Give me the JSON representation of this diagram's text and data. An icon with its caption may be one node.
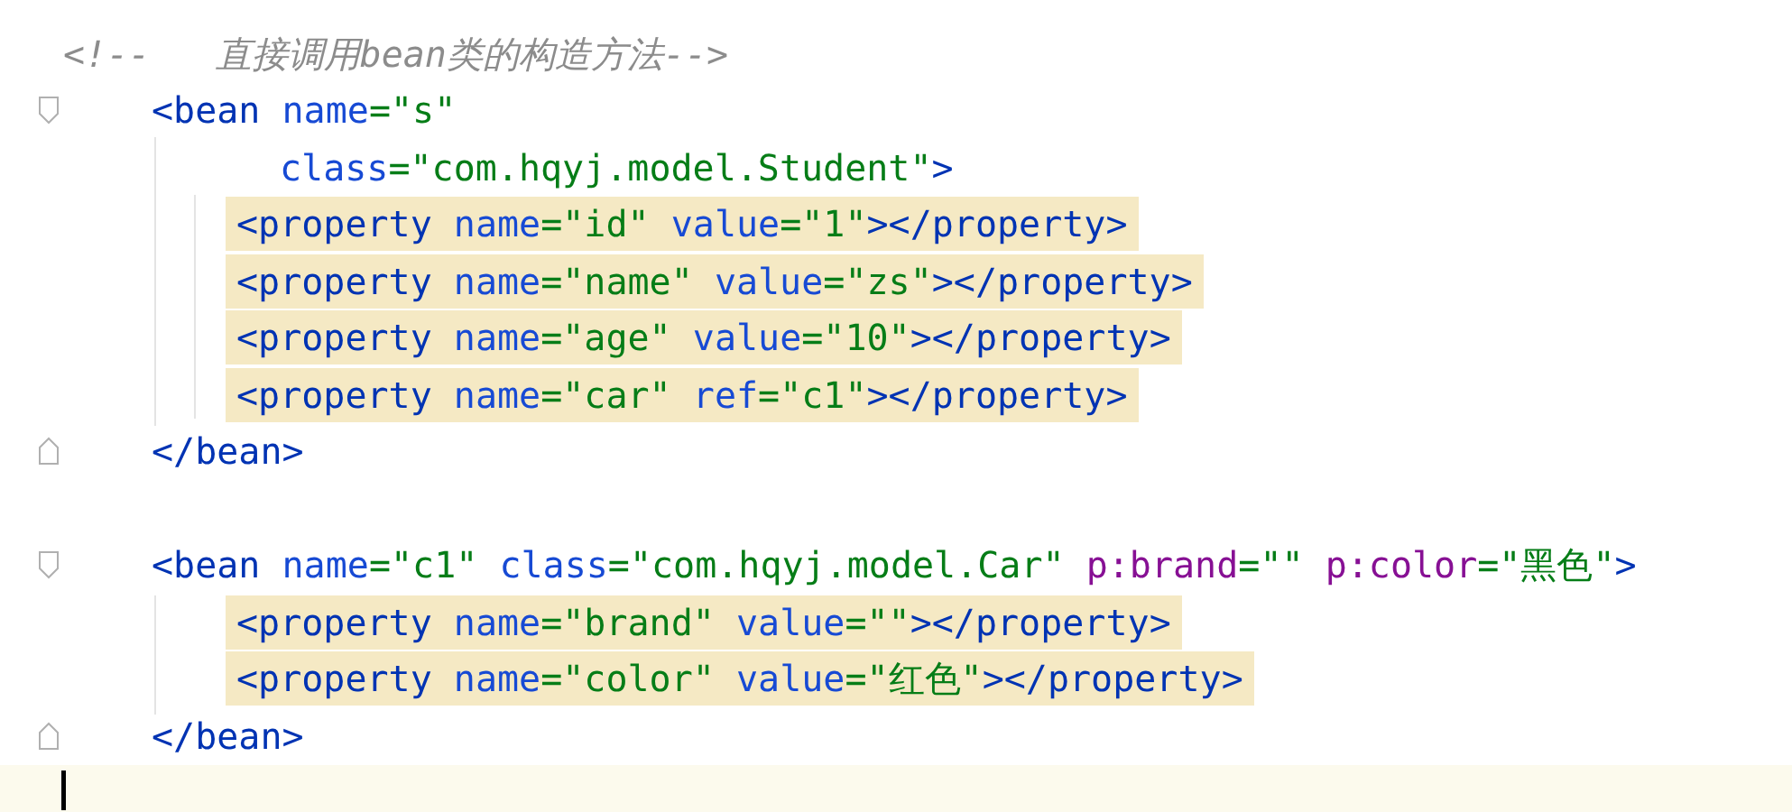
{
  "diagram": {
    "labels": [
      "<!--   直接调用bean类的构造方法-->",
      "<bean name=\"s\"",
      "class=\"com.hqyj.model.Student\">",
      "<property name=\"id\" value=\"1\"></property>",
      "<property name=\"name\" value=\"zs\"></property>",
      "<property name=\"age\" value=\"10\"></property>",
      "<property name=\"car\" ref=\"c1\"></property>",
      "</bean>",
      "<bean name=\"c1\" class=\"com.hqyj.model.Car\" p:brand=\"\" p:color=\"黑色\">",
      "<property name=\"brand\" value=\"\"></property>",
      "<property name=\"color\" value=\"红色\"></property>",
      "</bean>"
    ]
  }
}
